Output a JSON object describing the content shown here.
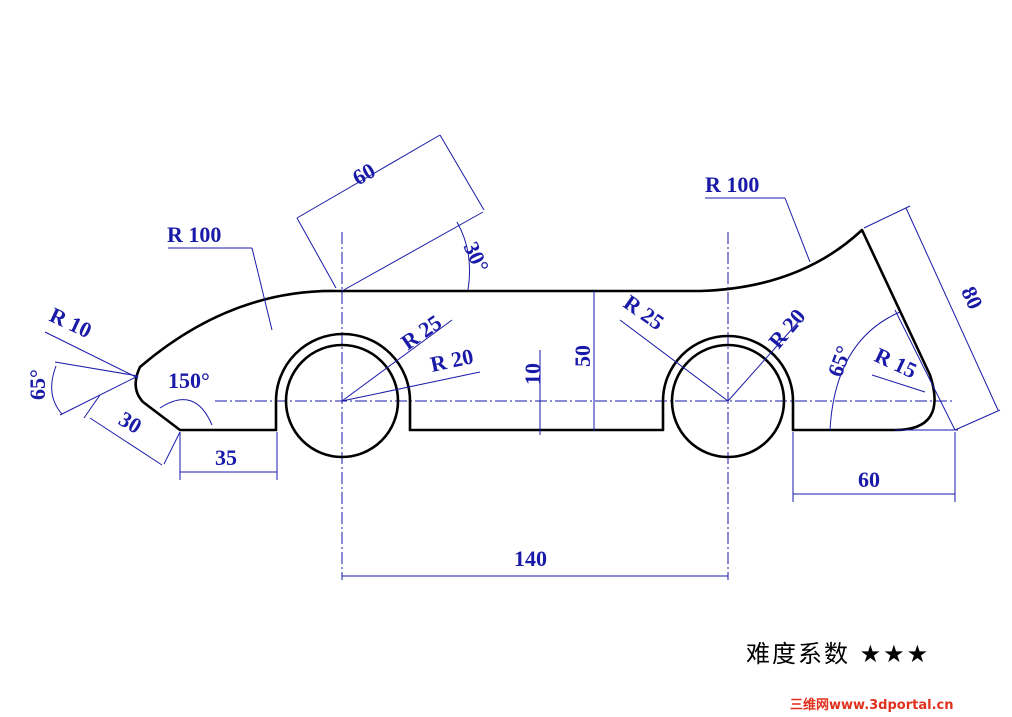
{
  "dimensions": {
    "r100_left": "R 100",
    "r100_right": "R 100",
    "len60_top": "60",
    "ang30": "30°",
    "r10": "R 10",
    "ang65_left": "65°",
    "ang150": "150°",
    "len30": "30",
    "len35": "35",
    "r25_left": "R 25",
    "r20_left": "R 20",
    "len10": "10",
    "len50": "50",
    "r25_right": "R 25",
    "r20_right": "R 20",
    "ang65_right": "65°",
    "r15": "R 15",
    "len80": "80",
    "len60_bottom": "60",
    "len140": "140"
  },
  "footer": {
    "difficulty": "难度系数 ★★★",
    "watermark": "三维网www.3dportal.cn"
  },
  "colors": {
    "dimension": "#1a1aa8",
    "outline": "#000000",
    "watermark": "#e0301e"
  }
}
